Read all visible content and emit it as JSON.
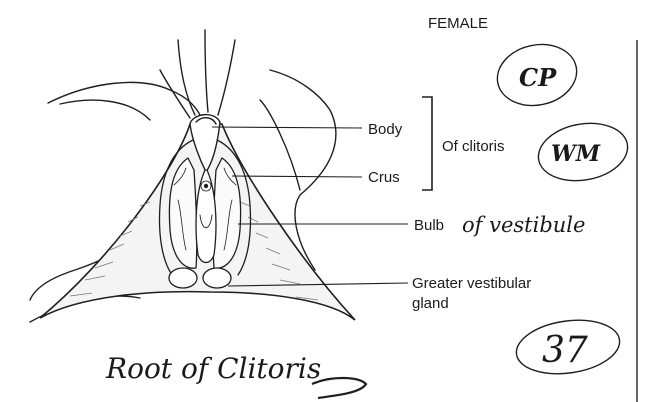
{
  "figure": {
    "header": "FEMALE",
    "labels": {
      "body": "Body",
      "crus": "Crus",
      "bracket_caption": "Of clitoris",
      "bulb": "Bulb",
      "greater_line1": "Greater vestibular",
      "greater_line2": "gland"
    },
    "handwriting": {
      "bulb_suffix": "of vestibule",
      "root_caption": "Root of Clitoris",
      "page_number": "37",
      "initials_1": "CP",
      "initials_2": "WM"
    }
  }
}
